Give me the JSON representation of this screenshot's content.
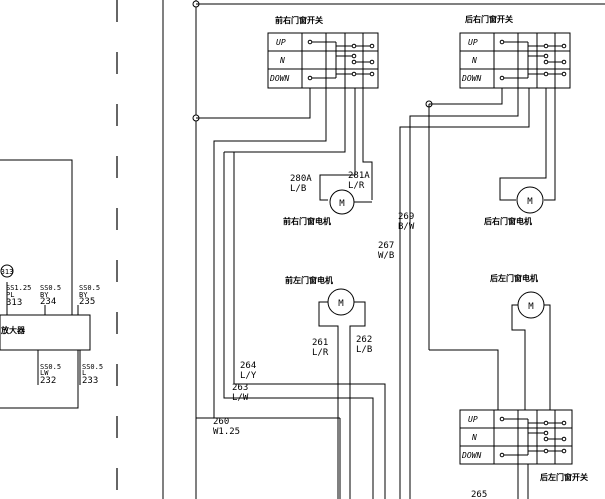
{
  "switches": {
    "front_right": {
      "title": "前右门窗开关",
      "rows": [
        "UP",
        "N",
        "DOWN"
      ]
    },
    "rear_right": {
      "title": "后右门窗开关",
      "rows": [
        "UP",
        "N",
        "DOWN"
      ]
    },
    "rear_left": {
      "title": "后左门窗开关",
      "rows": [
        "UP",
        "N",
        "DOWN"
      ]
    }
  },
  "motors": {
    "front_right": "前右门窗电机",
    "rear_right": "后右门窗电机",
    "front_left": "前左门窗电机",
    "rear_left": "后左门窗电机",
    "symbol": "M"
  },
  "wires": {
    "w280": {
      "num": "280A",
      "color": "L/B"
    },
    "w281": {
      "num": "281A",
      "color": "L/R"
    },
    "w269": {
      "num": "269",
      "color": "B/W"
    },
    "w267": {
      "num": "267",
      "color": "W/B"
    },
    "w261": {
      "num": "261",
      "color": "L/R"
    },
    "w262": {
      "num": "262",
      "color": "L/B"
    },
    "w264": {
      "num": "264",
      "color": "L/Y"
    },
    "w263": {
      "num": "263",
      "color": "L/W"
    },
    "w260": {
      "num": "260",
      "color": "W1.25"
    },
    "w265": {
      "num": "265"
    }
  },
  "left_block": {
    "amp_label": "放大器",
    "node": "313",
    "pins": [
      {
        "spec": "SS1.25",
        "code": "PL",
        "num": "313"
      },
      {
        "spec": "SS0.5",
        "code": "BY",
        "num": "234"
      },
      {
        "spec": "SS0.5",
        "code": "BY",
        "num": "235"
      },
      {
        "spec": "SS0.5",
        "code": "LW",
        "num": "232"
      },
      {
        "spec": "SS0.5",
        "code": "L",
        "num": "233"
      }
    ]
  }
}
